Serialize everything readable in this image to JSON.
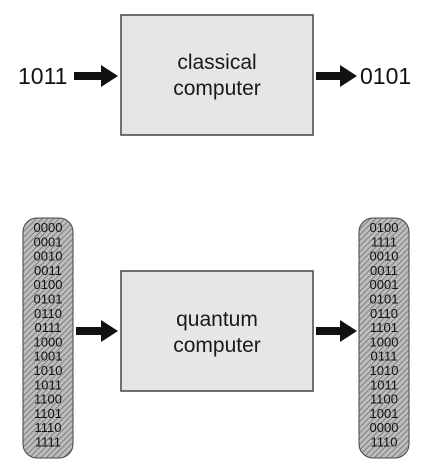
{
  "colors": {
    "box_fill": "#e6e6e6",
    "box_stroke": "#444444",
    "text": "#111111",
    "arrow": "#111111",
    "hatch_bg": "#bdbdbd",
    "hatch_line": "#6e6e6e"
  },
  "classical": {
    "input": "1011",
    "output": "0101",
    "box_line1": "classical",
    "box_line2": "computer"
  },
  "quantum": {
    "box_line1": "quantum",
    "box_line2": "computer",
    "input_states": [
      "0000",
      "0001",
      "0010",
      "0011",
      "0100",
      "0101",
      "0110",
      "0111",
      "1000",
      "1001",
      "1010",
      "1011",
      "1100",
      "1101",
      "1110",
      "1111"
    ],
    "output_states": [
      "0100",
      "1111",
      "0010",
      "0011",
      "0001",
      "0101",
      "0110",
      "1101",
      "1000",
      "0111",
      "1010",
      "1011",
      "1100",
      "1001",
      "0000",
      "1110"
    ]
  }
}
